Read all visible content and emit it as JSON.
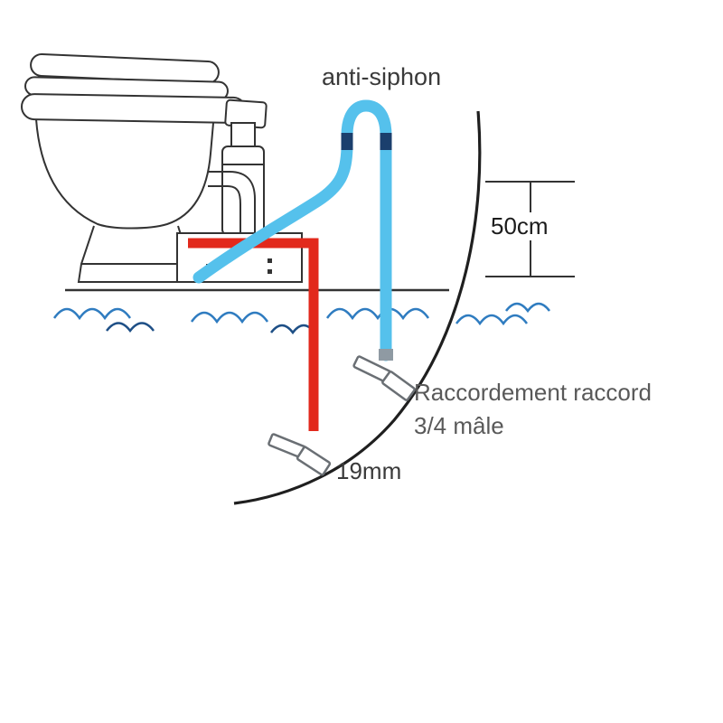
{
  "labels": {
    "anti_siphon": "anti-siphon",
    "loop_height": "50cm",
    "fitting_line1": "Raccordement raccord",
    "fitting_line2": "3/4 mâle",
    "hose_diameter": "19mm"
  },
  "colors": {
    "hose_blue": "#55c1ec",
    "hose_tip_dark": "#1b3f6d",
    "pipe_red": "#e2291c",
    "outline_dark": "#2e2e2e",
    "wave_blue": "#2f7cc0",
    "wave_dark": "#1e4f86",
    "label_gray": "#595959"
  }
}
